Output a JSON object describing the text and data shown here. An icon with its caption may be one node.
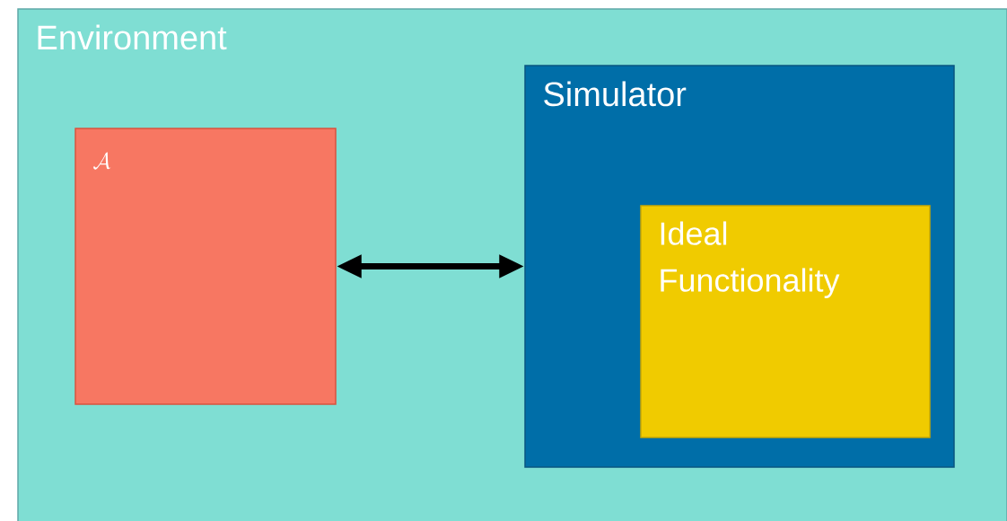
{
  "diagram": {
    "nodes": [
      {
        "text": [
          "Environment"
        ]
      },
      {
        "text": [
          "\\mathcal{A}"
        ],
        "in": 0
      },
      {
        "text": [
          "Simulator"
        ],
        "in": 0
      },
      {
        "text": [
          "Ideal Functionality"
        ],
        "in": 2
      }
    ],
    "edges": [
      {
        "from": 1,
        "to": 2,
        "arrow": "both"
      }
    ]
  }
}
